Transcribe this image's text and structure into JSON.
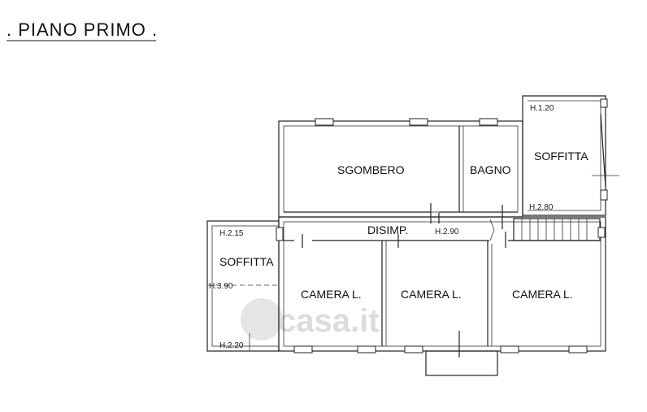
{
  "title": ". PIANO PRIMO .",
  "rooms": {
    "sgombero": "SGOMBERO",
    "bagno": "BAGNO",
    "soffitta_right": "SOFFITTA",
    "disimp": "DISIMP.",
    "soffitta_left": "SOFFITTA",
    "camera_1": "CAMERA L.",
    "camera_2": "CAMERA L.",
    "camera_3": "CAMERA L."
  },
  "heights": {
    "soffitta_right_top": "H.1.20",
    "soffitta_right_bottom": "H.2.80",
    "disimp": "H.2.90",
    "soffitta_left_top": "H.2.15",
    "soffitta_left_mid": "H.3.90",
    "soffitta_left_bottom": "H.2.20"
  },
  "watermark": "casa.it",
  "colors": {
    "lines": "#222222",
    "background": "#ffffff",
    "watermark": "#d9d9d9"
  }
}
